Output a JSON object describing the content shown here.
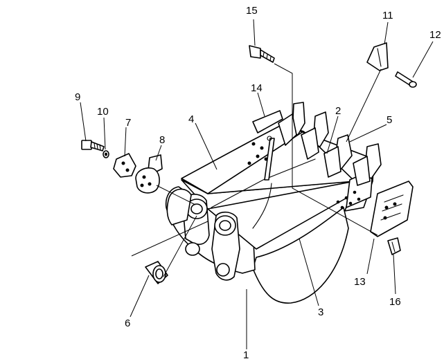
{
  "callouts": {
    "n1": "1",
    "n2": "2",
    "n3": "3",
    "n4": "4",
    "n5": "5",
    "n6": "6",
    "n7": "7",
    "n8": "8",
    "n9": "9",
    "n10": "10",
    "n11": "11",
    "n12": "12",
    "n13": "13",
    "n14": "14",
    "n15": "15",
    "n16": "16"
  },
  "colors": {
    "ink": "#000000",
    "paper": "#ffffff"
  }
}
